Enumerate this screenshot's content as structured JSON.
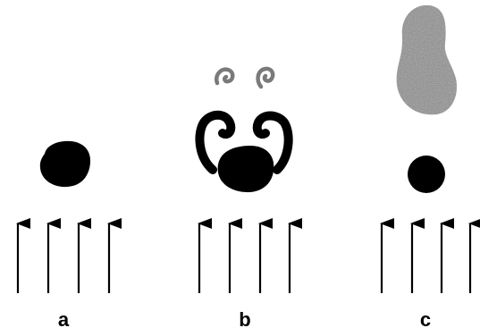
{
  "panels": [
    {
      "label": "a",
      "scatterer": "solid-blob",
      "arrow_count": 4
    },
    {
      "label": "b",
      "scatterer": "blob-with-curled-wake",
      "arrow_count": 4
    },
    {
      "label": "c",
      "scatterer": "sphere-with-separated-cloud",
      "arrow_count": 4
    }
  ],
  "colors": {
    "ink": "#000000",
    "shadow": "#7a7a7a",
    "cloud": "#8c8c8c",
    "background": "#ffffff"
  },
  "icons": {
    "arrow": "up-arrow-icon",
    "blob": "blob-icon",
    "wake": "curl-icon",
    "cloud": "cloud-icon"
  }
}
